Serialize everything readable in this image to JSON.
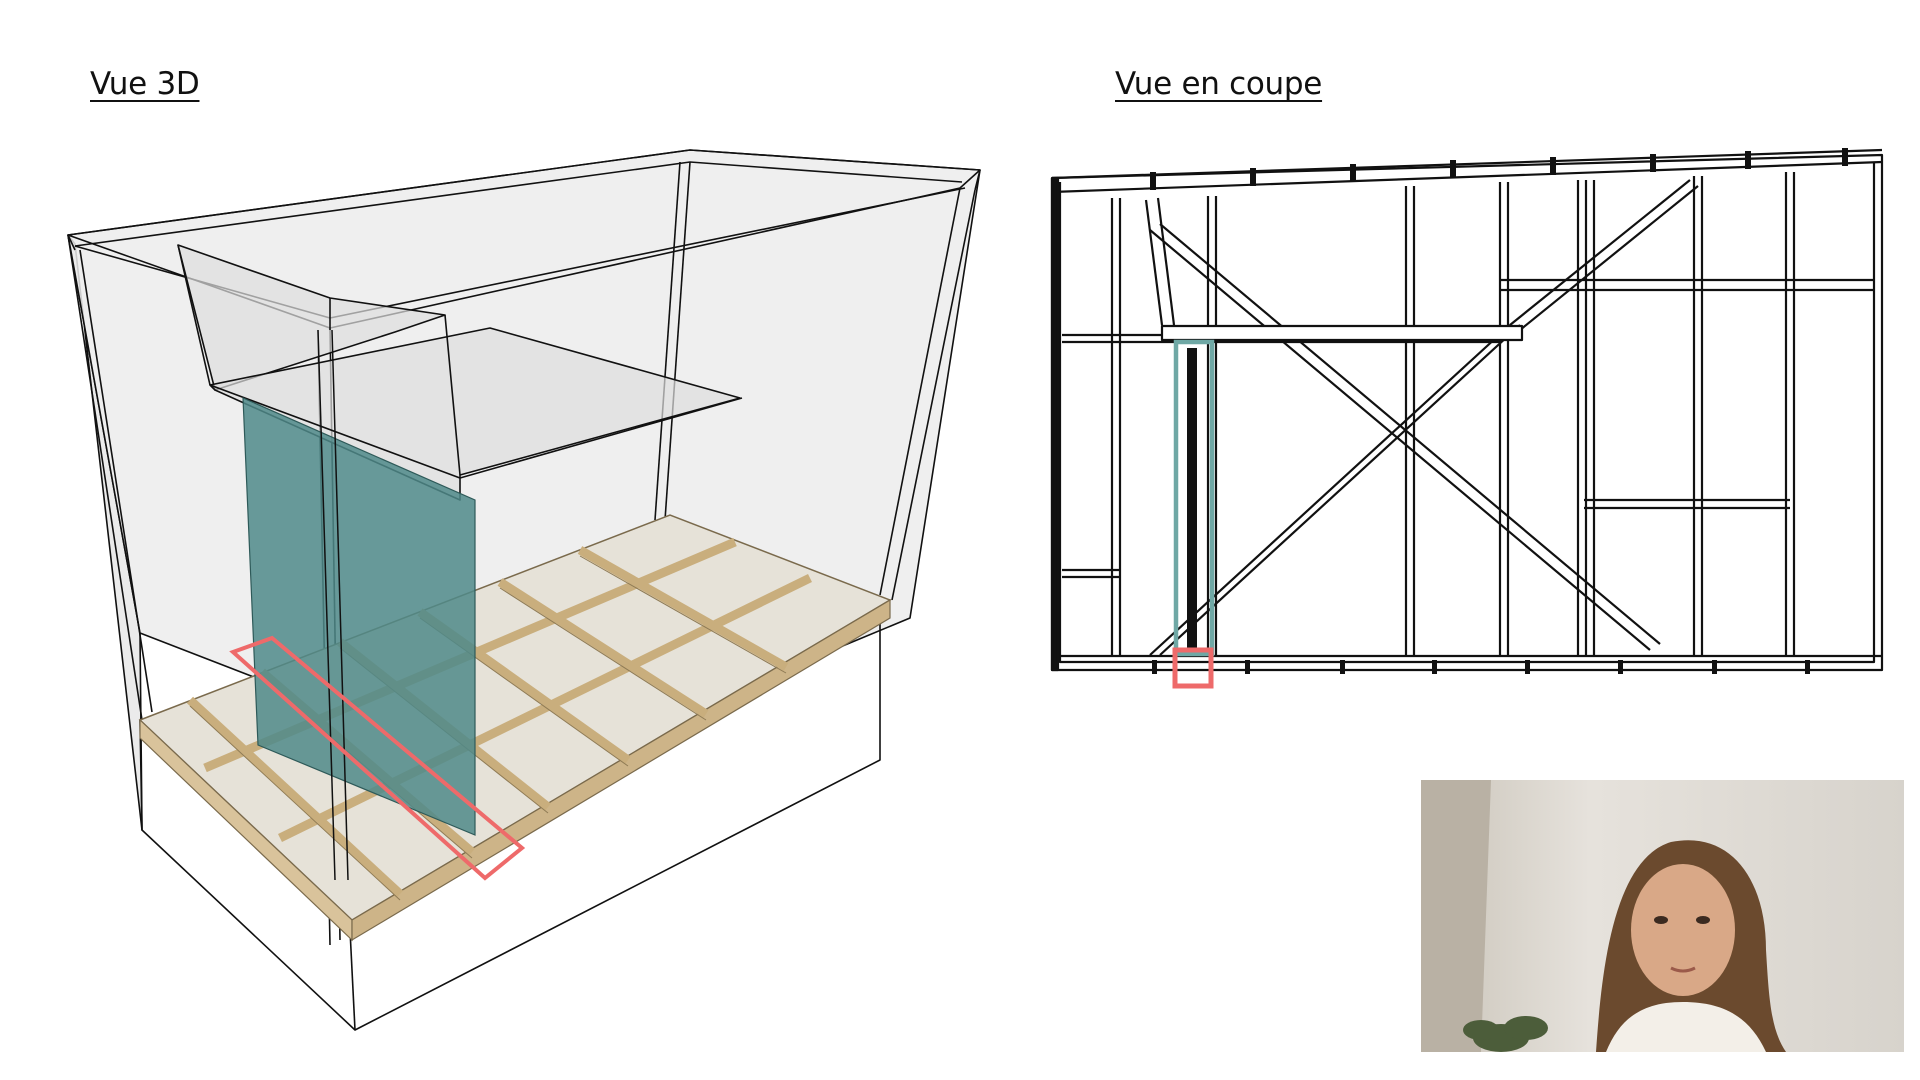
{
  "slide": {
    "heading_3d": "Vue 3D",
    "heading_section": "Vue en coupe"
  },
  "colors": {
    "highlight_panel": "#4f8a89",
    "highlight_red": "#ee6a6a",
    "highlight_teal_outline": "#6fa8a5",
    "floor_wood": "#d9c39b",
    "volume_fill": "#e4e4e4"
  },
  "webcam": {
    "icon": "presenter-video"
  }
}
